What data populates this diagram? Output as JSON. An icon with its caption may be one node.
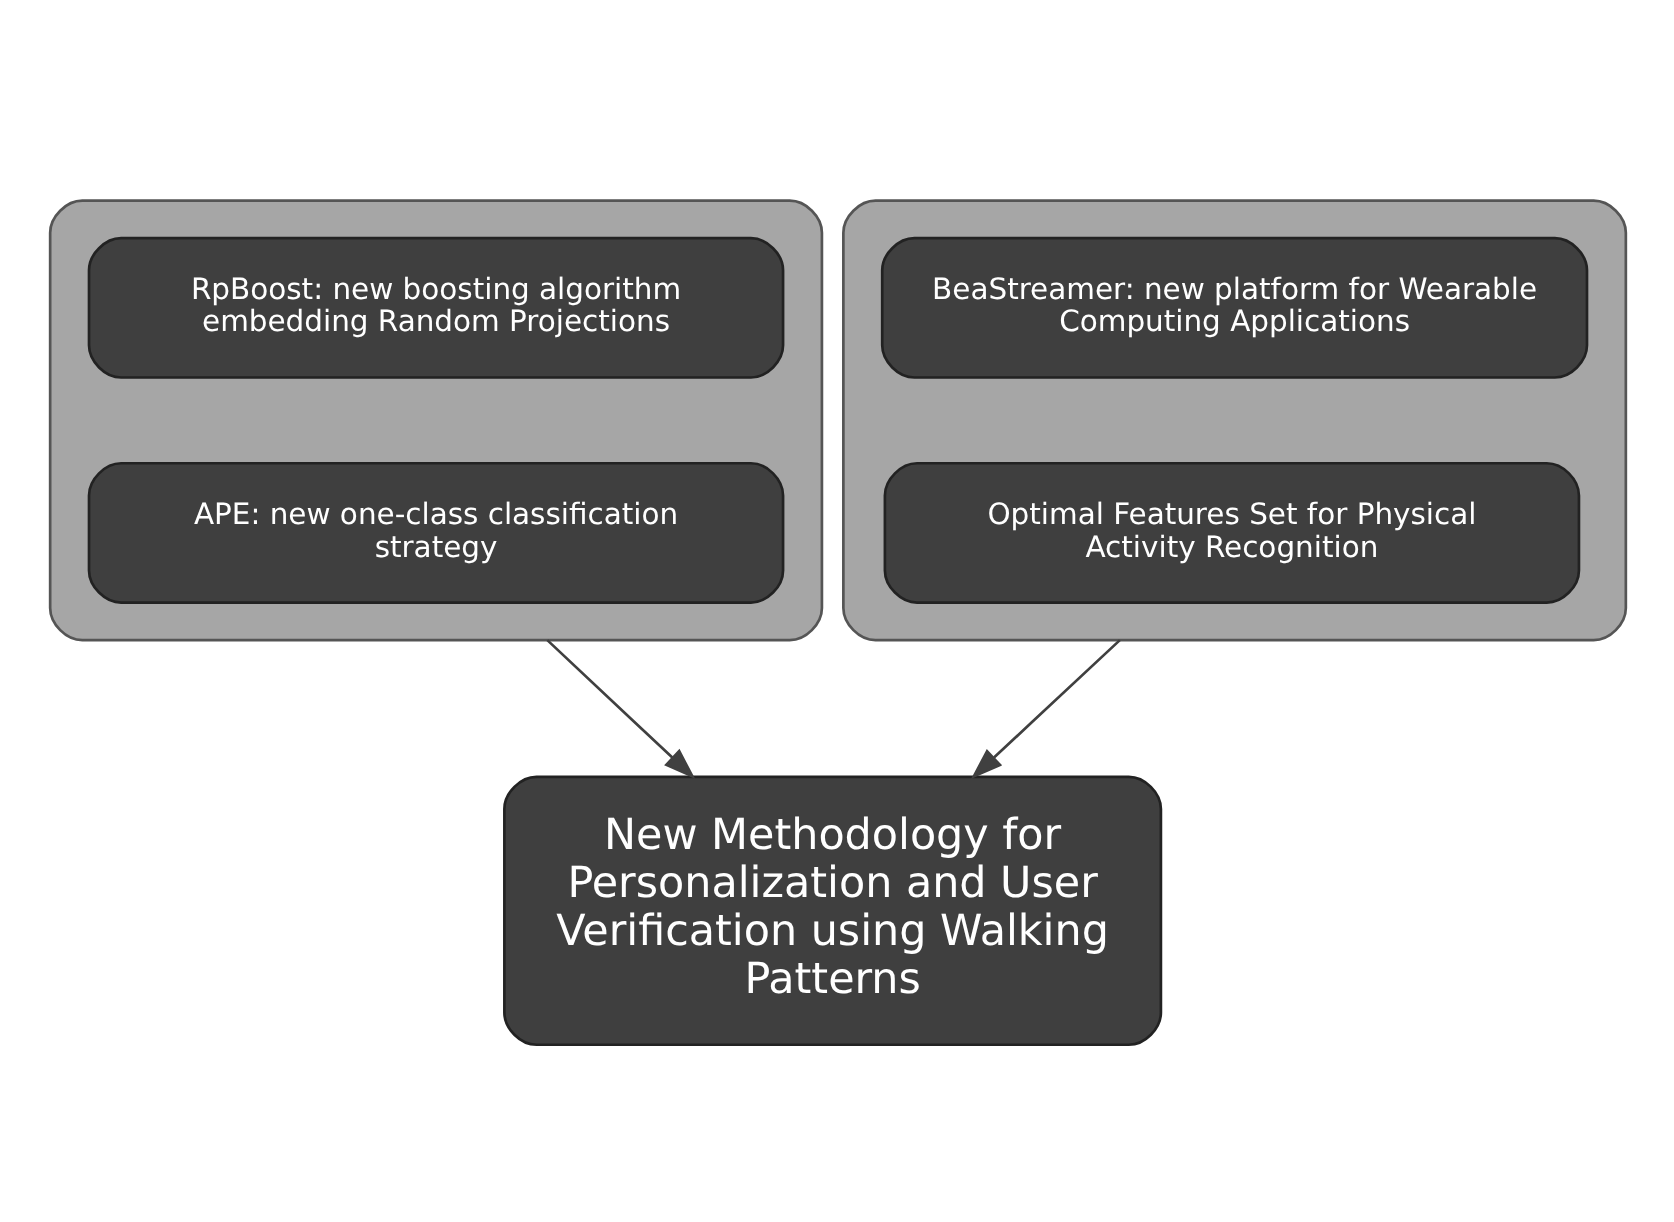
{
  "diagram": {
    "nodes": [
      {
        "text": [],
        "shape": "box"
      },
      {
        "text": [
          "RpBoost: new boosting algorithm embedding Random Projections"
        ],
        "in": 0
      },
      {
        "text": [
          "APE: new one-class classification strategy"
        ],
        "in": 0
      },
      {
        "text": [],
        "shape": "box"
      },
      {
        "text": [
          "BeaStreamer: new platform for Wearable Computing Applications"
        ],
        "in": 3
      },
      {
        "text": [
          "Optimal Features Set for Physical Activity Recognition"
        ],
        "in": 3
      },
      {
        "text": [
          "New Methodology for Personalization and User Verification using Walking Patterns"
        ]
      }
    ],
    "edges": [
      {
        "from": 0,
        "to": 6,
        "arrow": "to"
      },
      {
        "from": 3,
        "to": 6,
        "arrow": "to"
      }
    ]
  }
}
